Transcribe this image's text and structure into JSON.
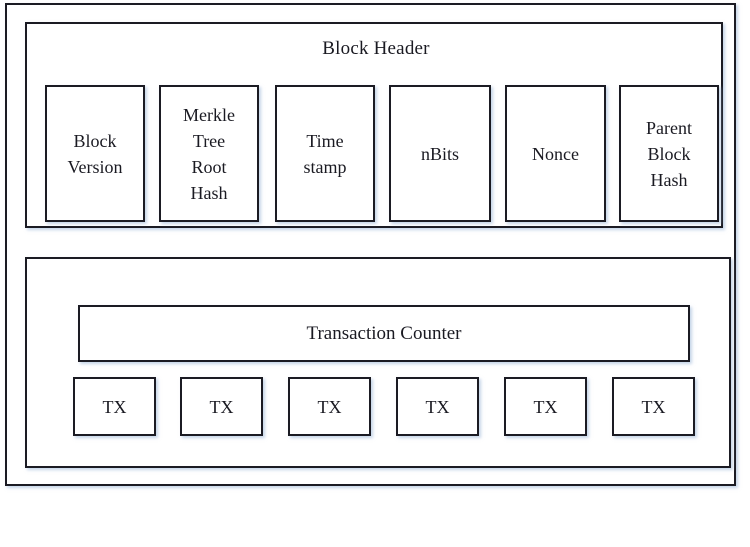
{
  "diagram": {
    "title": "Block Header",
    "frame_border_color": "#1b1b23",
    "background_color": "#ffffff",
    "shadow_color": "#96b2d6",
    "header": {
      "title": "Block Header",
      "fields": [
        {
          "id": "block-version",
          "label": "Block\nVersion"
        },
        {
          "id": "merkle-root",
          "label": "Merkle\nTree\nRoot\nHash"
        },
        {
          "id": "timestamp",
          "label": "Time\nstamp"
        },
        {
          "id": "nbits",
          "label": "nBits"
        },
        {
          "id": "nonce",
          "label": "Nonce"
        },
        {
          "id": "parent-hash",
          "label": "Parent\nBlock\nHash"
        }
      ]
    },
    "body": {
      "transaction_counter_label": "Transaction Counter",
      "transactions": [
        {
          "label": "TX"
        },
        {
          "label": "TX"
        },
        {
          "label": "TX"
        },
        {
          "label": "TX"
        },
        {
          "label": "TX"
        },
        {
          "label": "TX"
        }
      ]
    }
  }
}
